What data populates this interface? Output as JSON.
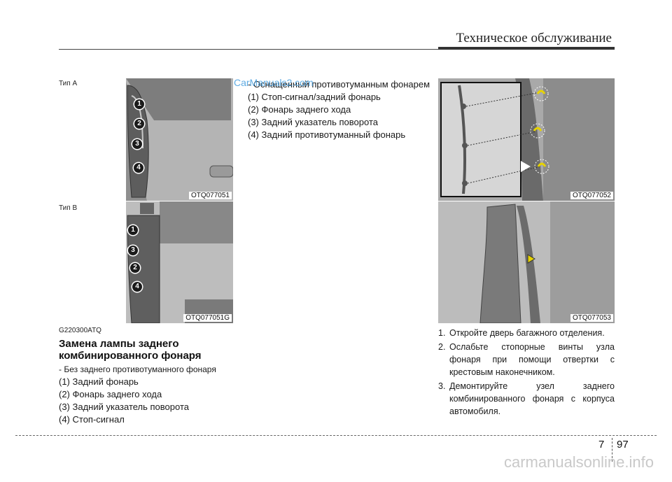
{
  "header": {
    "title": "Техническое обслуживание"
  },
  "left": {
    "type_a_label": "Тип А",
    "type_a_caption": "OTQ077051",
    "type_b_label": "Тип В",
    "type_b_caption": "OTQ077051G",
    "badges_a": [
      "1",
      "2",
      "3",
      "4"
    ],
    "badges_b": [
      "1",
      "3",
      "2",
      "4"
    ],
    "doc_code": "G220300ATQ",
    "section_title_line1": "Замена лампы заднего",
    "section_title_line2": "комбинированного фонаря",
    "subheading": "- Без заднего противотуманного фонаря",
    "items": [
      "(1) Задний фонарь",
      "(2) Фонарь заднего хода",
      "(3) Задний указатель поворота",
      "(4) Стоп-сигнал"
    ]
  },
  "middle": {
    "heading": "- Оснащенный противотуманным фонарем",
    "items": [
      "(1) Стоп-сигнал/задний фонарь",
      "(2) Фонарь заднего хода",
      "(3) Задний указатель поворота",
      "(4) Задний противотуманный фонарь"
    ]
  },
  "right": {
    "caption_top": "OTQ077052",
    "caption_bottom": "OTQ077053",
    "steps": [
      {
        "num": "1.",
        "text": "Откройте дверь багажного отделения."
      },
      {
        "num": "2.",
        "text": "Ослабьте стопорные винты узла фонаря при помощи отвертки с крестовым наконечником."
      },
      {
        "num": "3.",
        "text": "Демонтируйте узел заднего комбинированного фонаря с корпуса автомобиля."
      }
    ]
  },
  "watermark": {
    "top": "CarManuals2.com",
    "bottom": "carmanualsonline.info"
  },
  "footer": {
    "chapter": "7",
    "page": "97"
  }
}
